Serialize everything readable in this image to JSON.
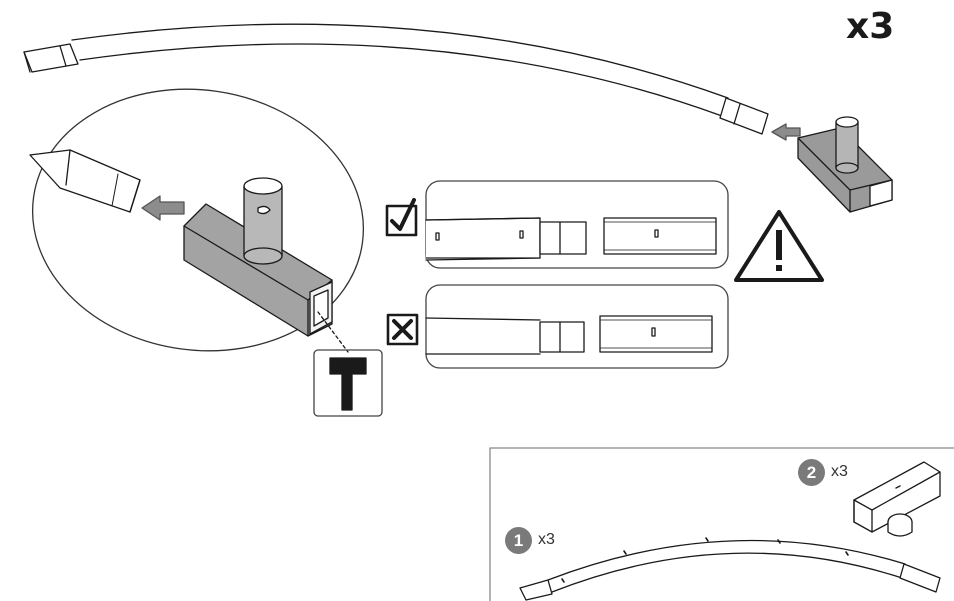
{
  "header": {
    "quantity": "x3"
  },
  "parts": [
    {
      "number": "1",
      "quantity": "x3",
      "name": "curved-frame-tube"
    },
    {
      "number": "2",
      "quantity": "x3",
      "name": "t-connector"
    }
  ],
  "checks": {
    "correct": {
      "icon": "checkbox-check-icon"
    },
    "incorrect": {
      "icon": "checkbox-x-icon"
    }
  },
  "icons": [
    "warning-triangle-icon",
    "rubber-mallet-icon",
    "insert-arrow-icon"
  ]
}
